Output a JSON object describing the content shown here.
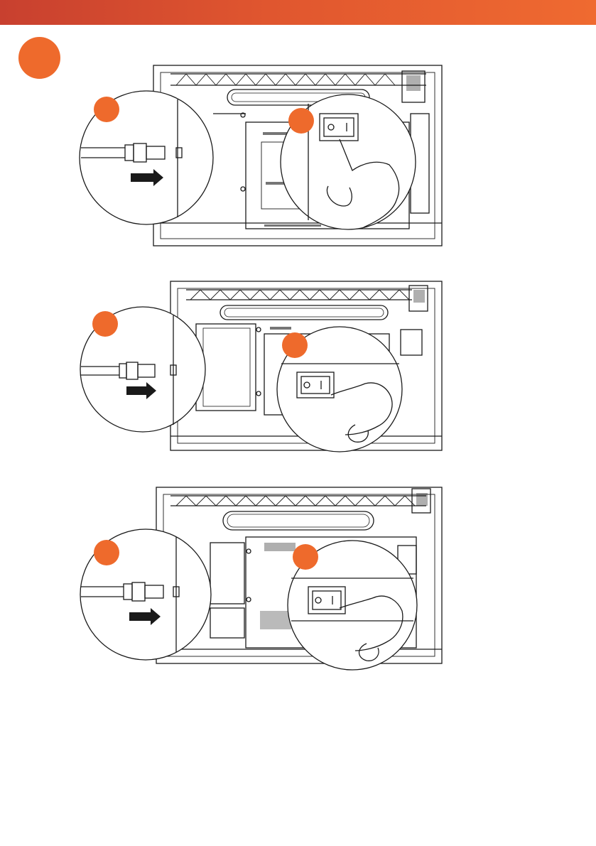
{
  "page": {
    "colors": {
      "accent": "#ee6a2c",
      "header_start": "#c8402f",
      "header_end": "#ef6a30",
      "line": "#1a1a1a"
    }
  },
  "illustrations": [
    {
      "name": "display-rear-large",
      "callouts": [
        "unplug-power-cord",
        "power-switch"
      ],
      "switch_labels": [
        "O",
        "I"
      ]
    },
    {
      "name": "display-rear-medium",
      "callouts": [
        "unplug-power-cord",
        "power-switch"
      ],
      "switch_labels": [
        "O",
        "I"
      ]
    },
    {
      "name": "display-rear-small",
      "callouts": [
        "unplug-power-cord",
        "power-switch"
      ],
      "switch_labels": [
        "O",
        "I"
      ]
    }
  ]
}
